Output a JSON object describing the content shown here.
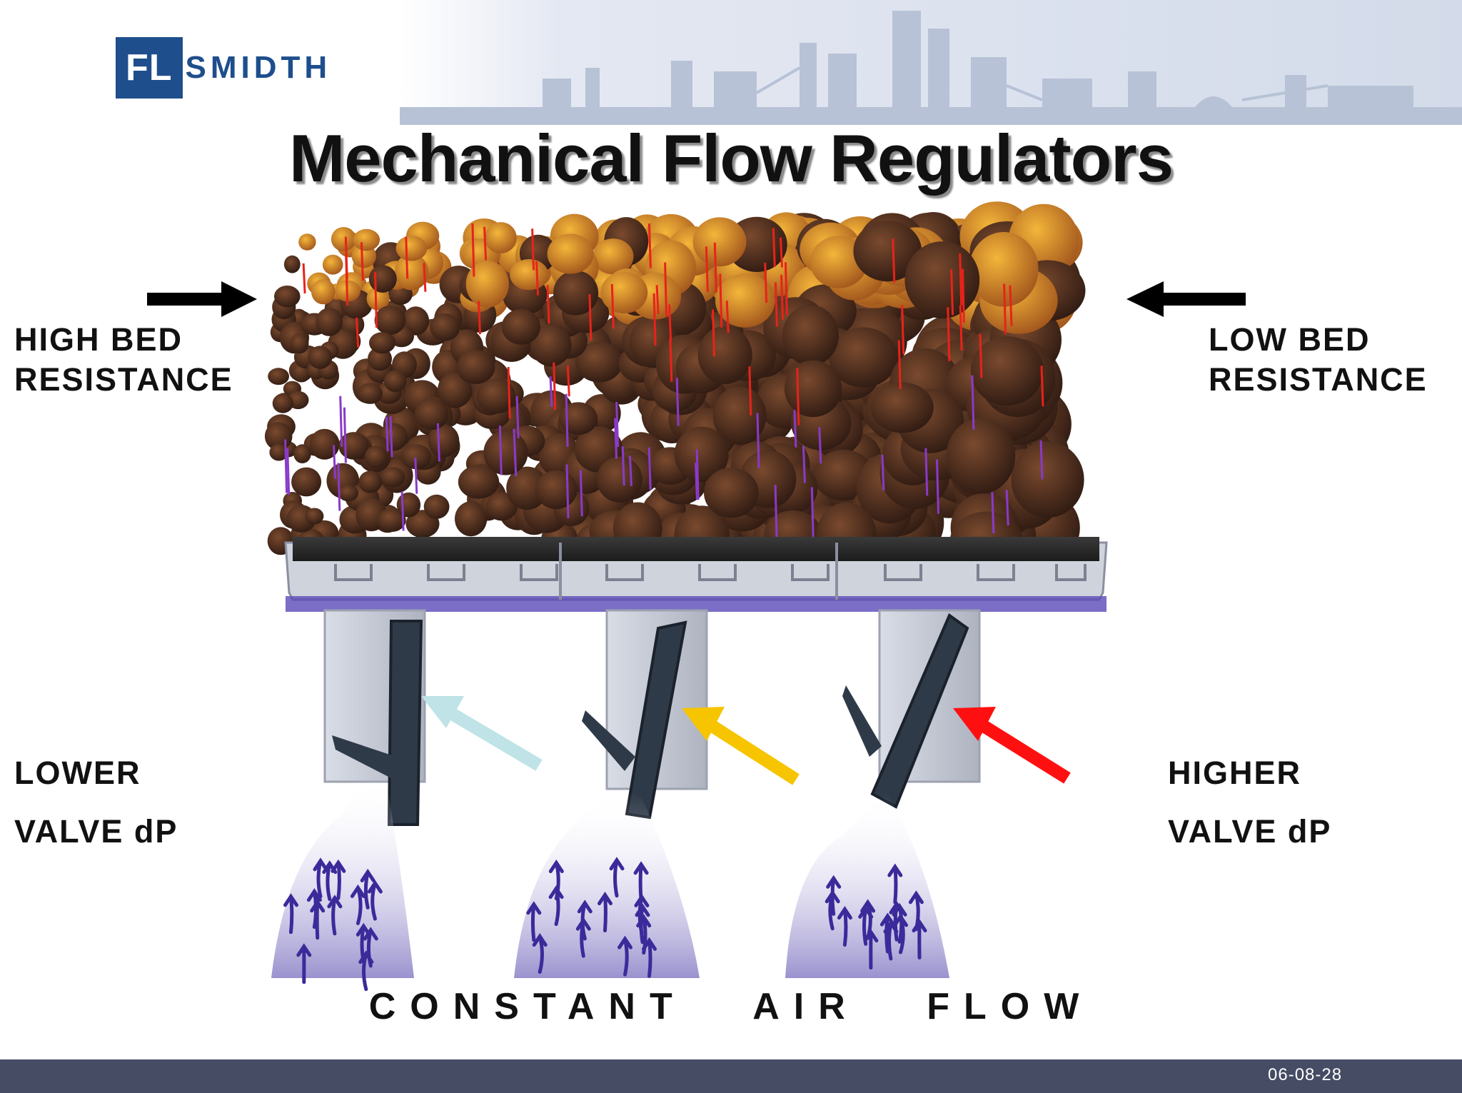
{
  "logo": {
    "mark": "FL",
    "text": "SMIDTH"
  },
  "title": "Mechanical Flow Regulators",
  "labels": {
    "high_bed": [
      "HIGH BED",
      "RESISTANCE"
    ],
    "low_bed": [
      "LOW BED",
      "RESISTANCE"
    ],
    "lower_valve": [
      "LOWER",
      "VALVE dP"
    ],
    "higher_valve": [
      "HIGHER",
      "VALVE dP"
    ]
  },
  "caption": "CONSTANT AIR FLOW",
  "footer": {
    "date": "06-08-28"
  },
  "colors": {
    "title": "#111111",
    "logo_blue": "#1e4e8c",
    "footer_bar": "#454c64",
    "arrow_low": "#bfe3e6",
    "arrow_mid": "#f7c400",
    "arrow_high": "#ff1010",
    "air_flow": "#3b2a9a",
    "clinker_dark": "#3a2418",
    "clinker_light": "#e89a1c"
  },
  "icons": [
    "arrow-right-icon",
    "arrow-left-icon"
  ]
}
